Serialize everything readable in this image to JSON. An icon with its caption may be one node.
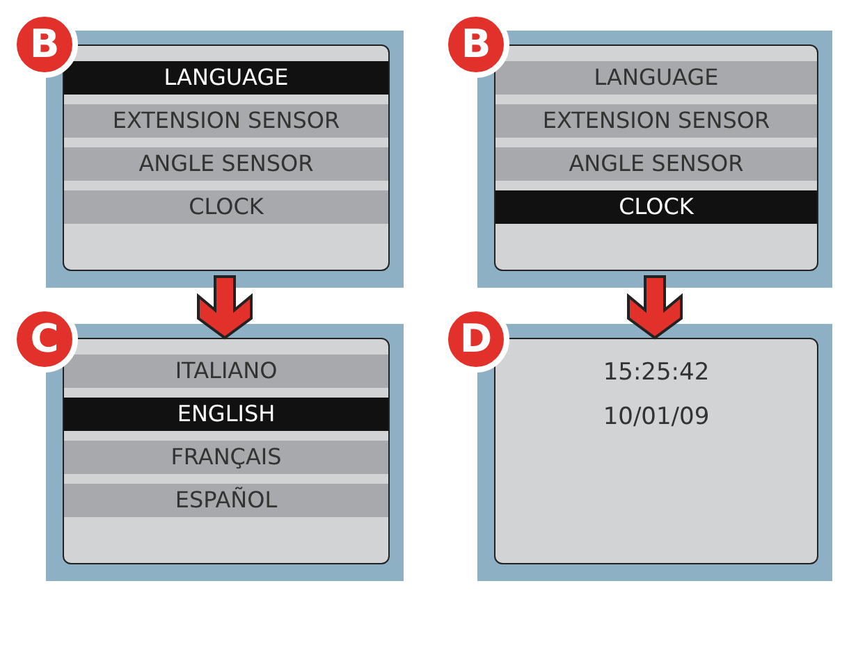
{
  "diagram": {
    "nodes": [
      {
        "text": [
          "B"
        ]
      },
      {
        "text": [],
        "shape": "box"
      },
      {
        "text": [
          "LANGUAGE"
        ],
        "in": 1
      },
      {
        "text": [
          "EXTENSION SENSOR"
        ],
        "in": 1
      },
      {
        "text": [
          "ANGLE SENSOR"
        ],
        "in": 1
      },
      {
        "text": [
          "CLOCK"
        ],
        "in": 1
      },
      {
        "text": [
          "B"
        ]
      },
      {
        "text": [],
        "shape": "box"
      },
      {
        "text": [
          "LANGUAGE"
        ],
        "in": 7
      },
      {
        "text": [
          "EXTENSION SENSOR"
        ],
        "in": 7
      },
      {
        "text": [
          "ANGLE SENSOR"
        ],
        "in": 7
      },
      {
        "text": [
          "CLOCK"
        ],
        "in": 7
      },
      {
        "text": [
          "C"
        ]
      },
      {
        "text": [],
        "shape": "box"
      },
      {
        "text": [
          "ITALIANO"
        ],
        "in": 13
      },
      {
        "text": [
          "ENGLISH"
        ],
        "in": 13
      },
      {
        "text": [
          "FRANÇAIS"
        ],
        "in": 13
      },
      {
        "text": [
          "ESPAÑOL"
        ],
        "in": 13
      },
      {
        "text": [
          "D"
        ]
      },
      {
        "text": [],
        "shape": "box"
      },
      {
        "text": [
          "15:25:42"
        ],
        "in": 19
      },
      {
        "text": [
          "10/01/09"
        ],
        "in": 19
      }
    ],
    "edges": [
      {
        "from": 1,
        "to": 13,
        "arrow": "to"
      },
      {
        "from": 7,
        "to": 19,
        "arrow": "to"
      }
    ]
  }
}
